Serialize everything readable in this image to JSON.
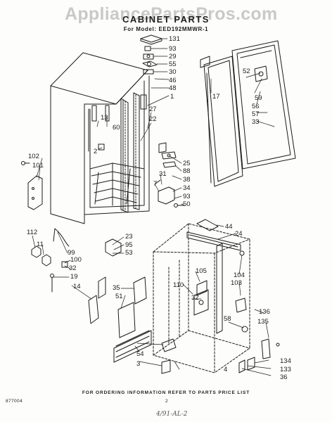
{
  "header": {
    "watermark": "AppliancePartsPros.com",
    "title": "CABINET PARTS",
    "model": "For Model: EED192MMWR-1"
  },
  "callouts": [
    "131",
    "93",
    "29",
    "55",
    "30",
    "46",
    "48",
    "1",
    "27",
    "22",
    "13",
    "60",
    "2",
    "25",
    "88",
    "38",
    "31",
    "7",
    "34",
    "93",
    "50",
    "102",
    "101",
    "112",
    "11",
    "99",
    "100",
    "32",
    "19",
    "14",
    "23",
    "95",
    "53",
    "52",
    "17",
    "59",
    "56",
    "57",
    "33",
    "44",
    "24",
    "104",
    "103",
    "105",
    "32",
    "110",
    "35",
    "51",
    "58",
    "136",
    "135",
    "134",
    "133",
    "36",
    "54",
    "3",
    "4"
  ],
  "footer": {
    "note": "FOR ORDERING INFORMATION REFER TO PARTS PRICE LIST",
    "doc_number": "877004",
    "page_number": "2",
    "handwritten": "4/91-AL-2"
  }
}
